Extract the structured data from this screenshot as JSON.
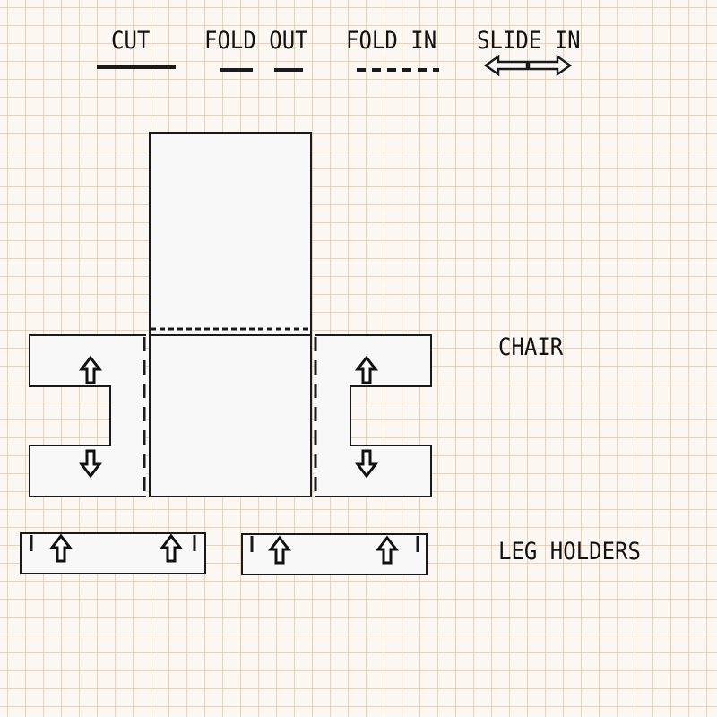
{
  "legend": {
    "cut": "CUT",
    "fold_out": "FOLD OUT",
    "fold_in": "FOLD IN",
    "slide_in": "SLIDE IN"
  },
  "labels": {
    "chair": "CHAIR",
    "leg_holders": "LEG HOLDERS"
  },
  "colors": {
    "line": "#1a1a1a",
    "paper": "#fbf8f4",
    "grid": "#e8b078",
    "piece_fill": "#f8f8f8"
  }
}
